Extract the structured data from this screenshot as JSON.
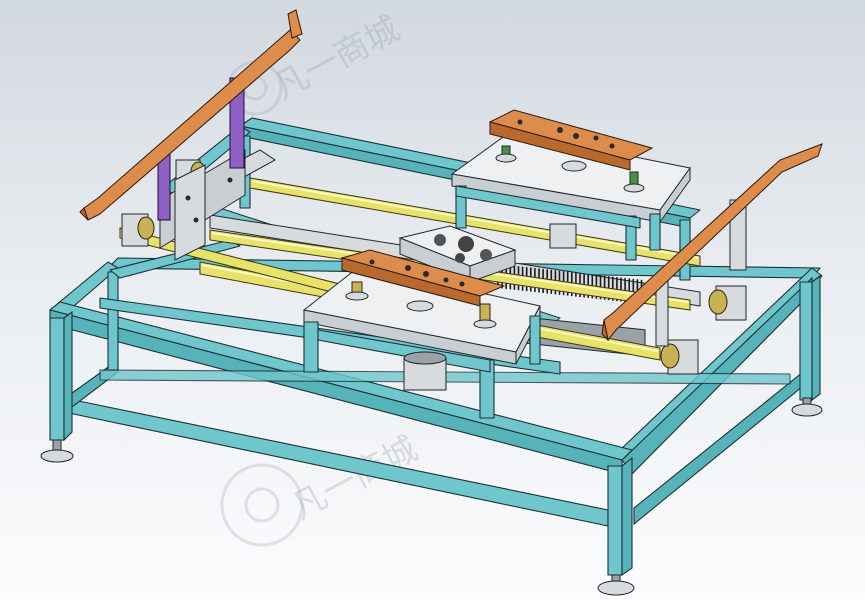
{
  "drawing": {
    "kind": "isometric-cad-render",
    "colors": {
      "frame": "#6fc7cd",
      "guide_arm": "#dd8c4c",
      "post": "#8e5fc4",
      "shaft": "#e8e26a",
      "plate": "#eef0f2",
      "bearing": "#c9b253"
    }
  },
  "watermark": {
    "text_top": "凡一商城",
    "text_bottom": "凡一商城"
  }
}
